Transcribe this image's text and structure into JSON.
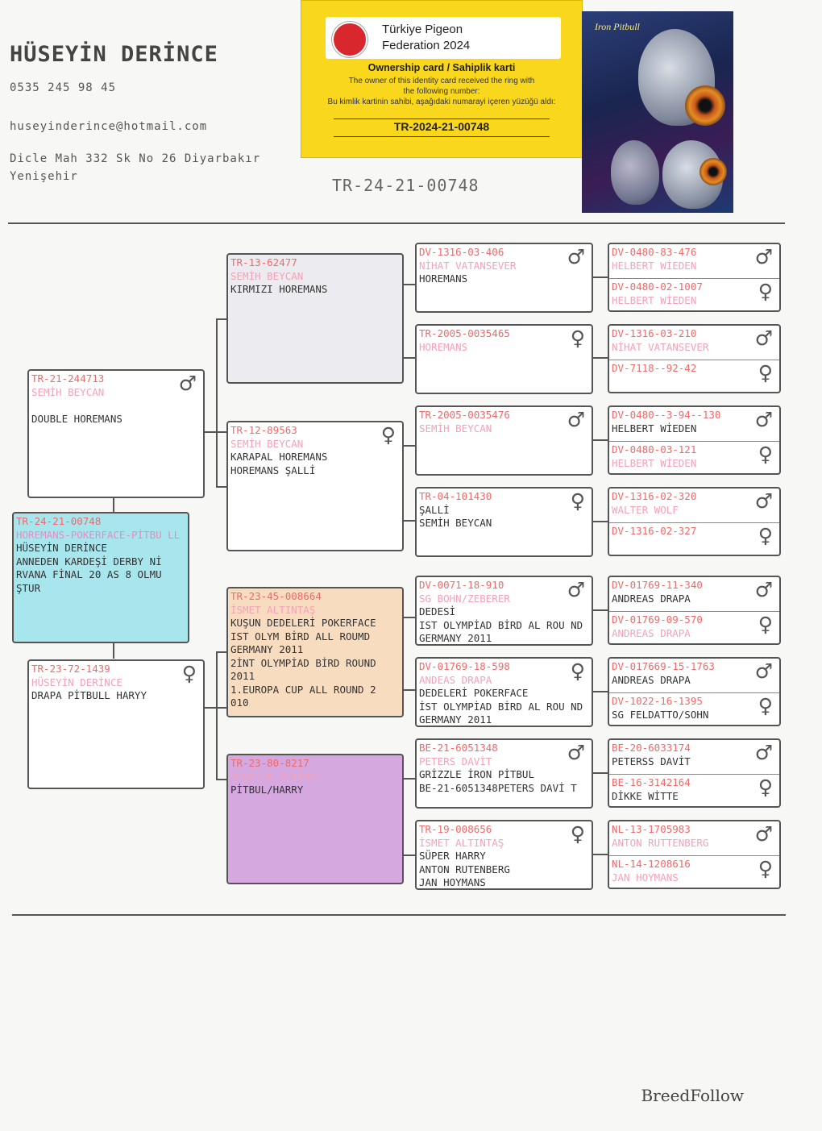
{
  "owner": {
    "name": "HÜSEYİN DERİNCE",
    "phone": "0535 245 98 45",
    "email": "huseyinderince@hotmail.com",
    "address_line1": "Dicle Mah 332 Sk No 26 Diyarbakır",
    "address_line2": "Yenişehir"
  },
  "main_ring": "TR-24-21-00748",
  "ownership_card": {
    "federation_line1": "Türkiye Pigeon",
    "federation_line2": "Federation 2024",
    "title": "Ownership card / Sahiplik karti",
    "text_en_1": "The owner of this identity card received the ring with",
    "text_en_2": "the following number:",
    "text_tr": "Bu kimlik kartinin sahibi, aşağıdaki numarayi içeren yüzüğü aldı:",
    "number": "TR-2024-21-00748"
  },
  "poster": {
    "title": "Iron Pitbull"
  },
  "colors": {
    "ring": "#ee6a6a",
    "breeder": "#f3a2b8",
    "subject": "#a8e6ee",
    "dam_sire": "#f8dcc0",
    "dam_dam": "#d6a8e0",
    "sire_sire": "#ecebf0"
  },
  "pedigree": {
    "subject": {
      "ring": "TR-24-21-00748",
      "name": "HOREMANS-POKERFACE-PİTBU LL",
      "info": "HÜSEYİN DERİNCE\nANNEDEN KARDEŞİ DERBY Nİ RVANA FİNAL 20 AS 8 OLMU ŞTUR"
    },
    "sire": {
      "ring": "TR-21-244713",
      "breeder": "SEMİH BEYCAN",
      "info": "\nDOUBLE HOREMANS",
      "sex": "♂"
    },
    "dam": {
      "ring": "TR-23-72-1439",
      "breeder": "HÜSEYİN DERİNCE",
      "info": "DRAPA PİTBULL HARYY",
      "sex": "♀"
    },
    "ss": {
      "ring": "TR-13-62477",
      "breeder": "SEMİH BEYCAN",
      "info": "KIRMIZI HOREMANS",
      "sex": ""
    },
    "sd": {
      "ring": "TR-12-89563",
      "breeder": "SEMİH BEYCAN",
      "info": "KARAPAL HOREMANS\nHOREMANS ŞALLİ",
      "sex": "♀"
    },
    "ds": {
      "ring": "TR-23-45-008664",
      "breeder": "İSMET ALTINTAŞ",
      "info": "KUŞUN DEDELERİ POKERFACE\nIST OLYM BİRD ALL ROUMD GERMANY 2011\n2İNT OLYMPİAD BİRD ROUND 2011\n1.EUROPA CUP ALL ROUND 2 010",
      "sex": ""
    },
    "dd": {
      "ring": "TR-23-80-8217",
      "breeder": "HÜSEYİN DERİNCE",
      "info": "PİTBUL/HARRY",
      "sex": ""
    },
    "g3": [
      {
        "ring": "DV-1316-03-406",
        "breeder": "NİHAT VATANSEVER",
        "info": "HOREMANS",
        "sex": "♂"
      },
      {
        "ring": "TR-2005-0035465",
        "breeder": "HOREMANS",
        "info": "",
        "sex": "♀"
      },
      {
        "ring": "TR-2005-0035476",
        "breeder": "SEMİH BEYCAN",
        "info": "",
        "sex": "♂"
      },
      {
        "ring": "TR-04-101430",
        "breeder": "",
        "info": "ŞALLİ\nSEMİH BEYCAN",
        "sex": "♀"
      },
      {
        "ring": "DV-0071-18-910",
        "breeder": "SG BOHN/ZEBERER",
        "info": "DEDESİ\nIST OLYMPİAD BİRD AL ROU ND GERMANY 2011",
        "sex": "♂"
      },
      {
        "ring": "DV-01769-18-598",
        "breeder": "ANDEAS DRAPA",
        "info": "DEDELERİ POKERFACE\nİST OLYMPİAD BİRD AL ROU ND GERMANY 2011",
        "sex": "♀"
      },
      {
        "ring": "BE-21-6051348",
        "breeder": "PETERS DAVİT",
        "info": "GRİZZLE İRON PİTBUL\nBE-21-6051348PETERS DAVİ T",
        "sex": "♂"
      },
      {
        "ring": "TR-19-008656",
        "breeder": "İSMET ALTINTAŞ",
        "info": "SÜPER HARRY\nANTON RUTENBERG\nJAN HOYMANS",
        "sex": "♀"
      }
    ],
    "g4": [
      {
        "ring": "DV-0480-83-476",
        "breeder": "HELBERT WİEDEN",
        "info": "",
        "sex": "♂"
      },
      {
        "ring": "DV-0480-02-1007",
        "breeder": "HELBERT WİEDEN",
        "info": "",
        "sex": "♀"
      },
      {
        "ring": "DV-1316-03-210",
        "breeder": "NİHAT VATANSEVER",
        "info": "",
        "sex": "♂"
      },
      {
        "ring": "DV-7118--92-42",
        "breeder": "",
        "info": "",
        "sex": "♀"
      },
      {
        "ring": "DV-0480--3-94--130",
        "breeder": "",
        "info": "HELBERT WİEDEN",
        "sex": "♂"
      },
      {
        "ring": "DV-0480-03-121",
        "breeder": "HELBERT WİEDEN",
        "info": "",
        "sex": "♀"
      },
      {
        "ring": "DV-1316-02-320",
        "breeder": "WALTER WOLF",
        "info": "",
        "sex": "♂"
      },
      {
        "ring": "DV-1316-02-327",
        "breeder": "",
        "info": "",
        "sex": "♀"
      },
      {
        "ring": "DV-01769-11-340",
        "breeder": "",
        "info": "ANDREAS DRAPA",
        "sex": "♂"
      },
      {
        "ring": "DV-01769-09-570",
        "breeder": "ANDREAS DRAPA",
        "info": "",
        "sex": "♀"
      },
      {
        "ring": "DV-017669-15-1763",
        "breeder": "",
        "info": "ANDREAS DRAPA",
        "sex": "♂"
      },
      {
        "ring": "DV-1022-16-1395",
        "breeder": "",
        "info": "SG FELDATTO/SOHN",
        "sex": "♀"
      },
      {
        "ring": "BE-20-6033174",
        "breeder": "",
        "info": "PETERSS DAVİT",
        "sex": "♂"
      },
      {
        "ring": "BE-16-3142164",
        "breeder": "",
        "info": "DİKKE WİTTE",
        "sex": "♀"
      },
      {
        "ring": "NL-13-1705983",
        "breeder": "ANTON RUTTENBERG",
        "info": "",
        "sex": "♂"
      },
      {
        "ring": "NL-14-1208616",
        "breeder": "JAN HOYMANS",
        "info": "",
        "sex": "♀"
      }
    ]
  },
  "footer": {
    "brand": "BreedFollow"
  }
}
